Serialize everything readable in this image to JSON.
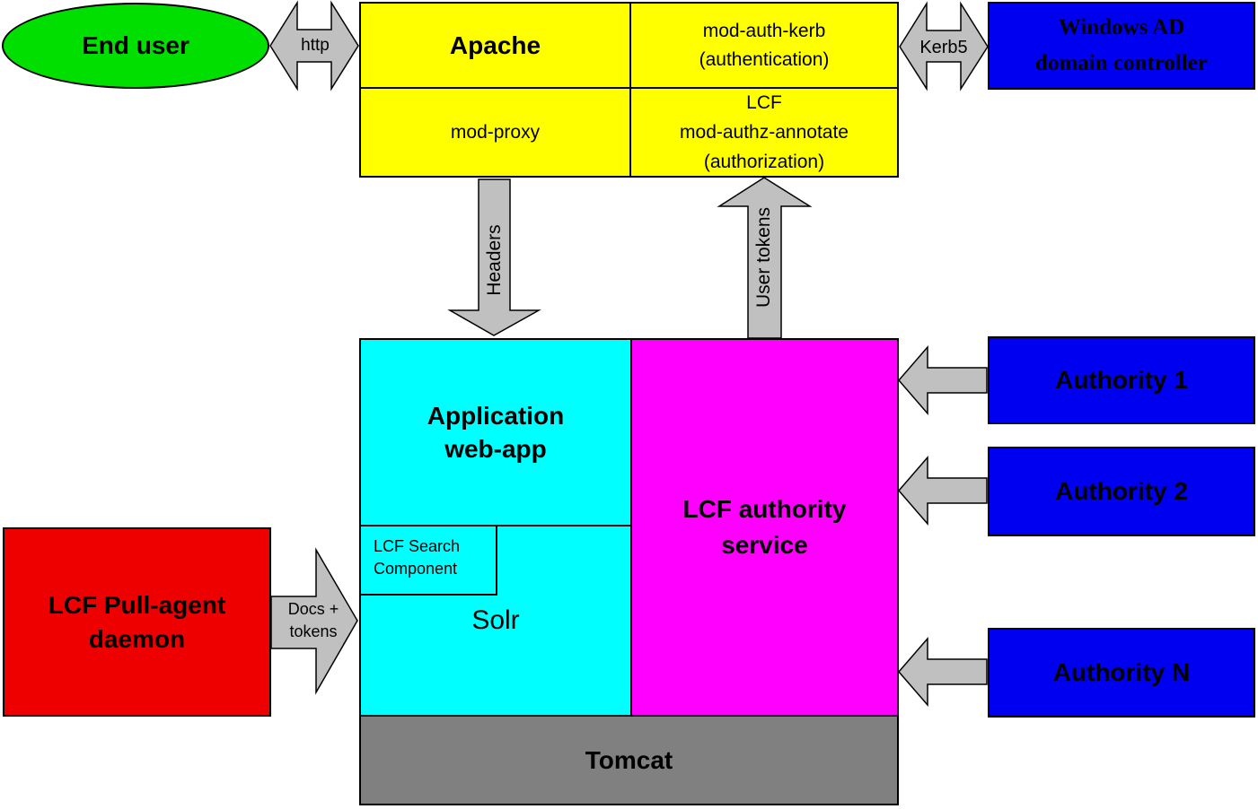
{
  "diagram": {
    "nodes": {
      "end_user": "End user",
      "apache": "Apache",
      "mod_auth_kerb": "mod-auth-kerb\n(authentication)",
      "mod_proxy": "mod-proxy",
      "mod_authz_annotate": "LCF\nmod-authz-annotate\n(authorization)",
      "windows_ad": "Windows AD\ndomain controller",
      "application_webapp": "Application\nweb-app",
      "lcf_search_component": "LCF Search\nComponent",
      "solr": "Solr",
      "lcf_authority_service": "LCF authority\nservice",
      "lcf_pull_agent": "LCF Pull-agent\ndaemon",
      "authority_1": "Authority 1",
      "authority_2": "Authority 2",
      "authority_n": "Authority N",
      "tomcat": "Tomcat"
    },
    "arrows": {
      "http": "http",
      "kerb5": "Kerb5",
      "headers": "Headers",
      "user_tokens": "User tokens",
      "docs_tokens": "Docs +\ntokens"
    },
    "colors": {
      "green": "#00df00",
      "yellow": "#ffff00",
      "blue": "#0000f0",
      "cyan": "#00ffff",
      "magenta": "#ff00ff",
      "red": "#ee0000",
      "tomcat_gray": "#808080",
      "arrow_gray": "#c0c0c0"
    }
  }
}
